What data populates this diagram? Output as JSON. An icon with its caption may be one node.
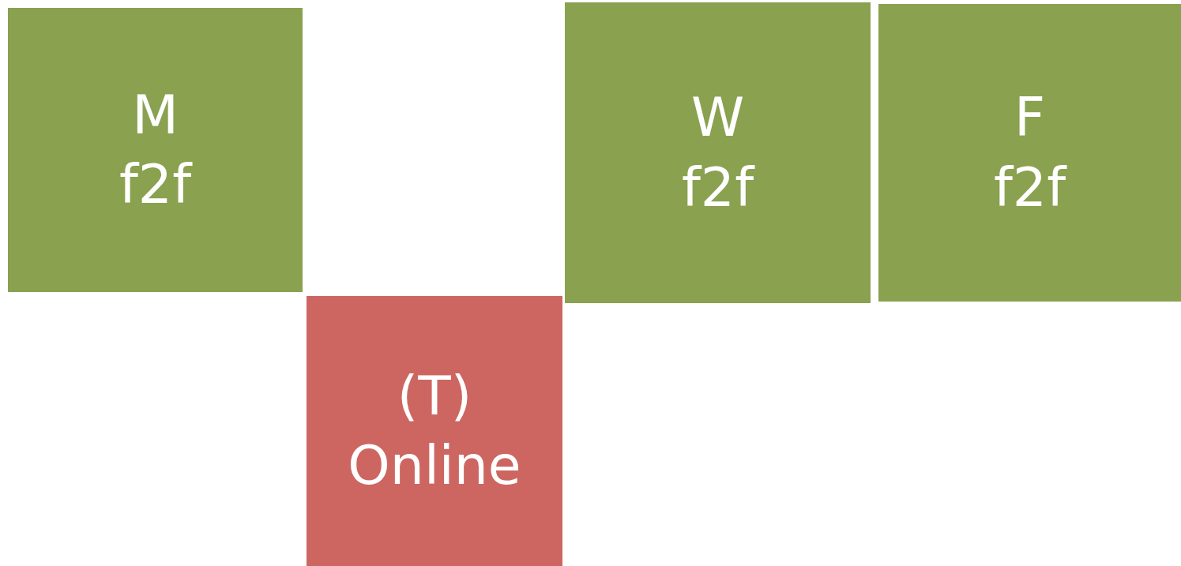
{
  "diagram": {
    "nodes": [
      {
        "text": [
          "M",
          "f2f"
        ]
      },
      {
        "text": [
          "(T)",
          "Online"
        ]
      },
      {
        "text": [
          "W",
          "f2f"
        ]
      },
      {
        "text": [
          "F",
          "f2f"
        ]
      }
    ]
  }
}
